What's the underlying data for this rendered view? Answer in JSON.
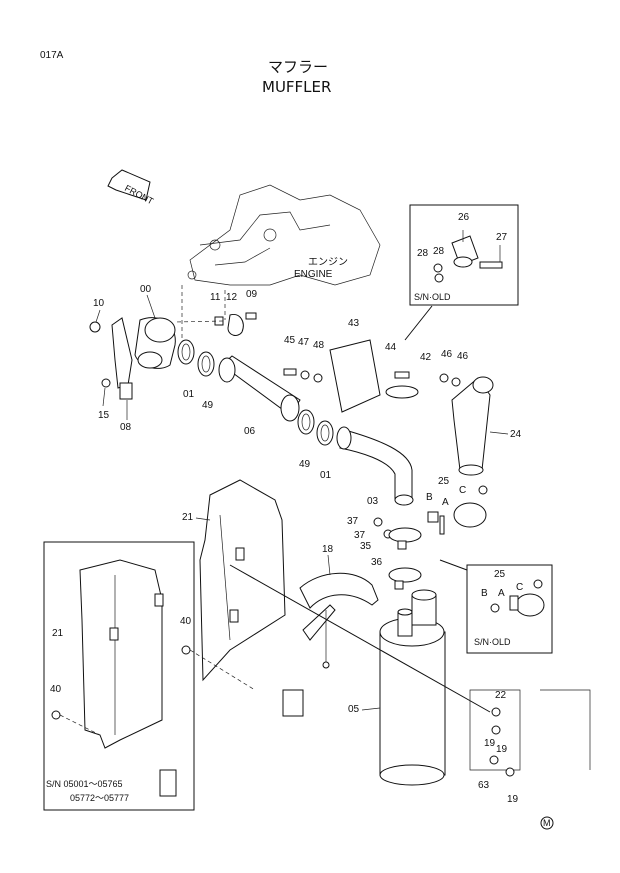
{
  "header": {
    "page_code": "017A",
    "title_jp": "マフラー",
    "title_en": "MUFFLER"
  },
  "labels": {
    "front": "FRONT",
    "engine_jp": "エンジン",
    "engine_en": "ENGINE",
    "sn_old_1": "S/N·OLD",
    "sn_old_2": "S/N·OLD",
    "sn_range_1": "S/N  05001～05765",
    "sn_range_2": "05772～05777",
    "mark": "M"
  },
  "callouts": {
    "c00": "00",
    "c01a": "01",
    "c01b": "01",
    "c03": "03",
    "c05": "05",
    "c06": "06",
    "c08": "08",
    "c09": "09",
    "c10": "10",
    "c11": "11",
    "c12": "12",
    "c15": "15",
    "c18": "18",
    "c19a": "19",
    "c19b": "19",
    "c19c": "19",
    "c21a": "21",
    "c21b": "21",
    "c22": "22",
    "c24": "24",
    "c25a": "25",
    "c25b": "25",
    "c26": "26",
    "c27": "27",
    "c28a": "28",
    "c28b": "28",
    "c35": "35",
    "c36": "36",
    "c37a": "37",
    "c37b": "37",
    "c40a": "40",
    "c40b": "40",
    "c42": "42",
    "c43": "43",
    "c44": "44",
    "c45": "45",
    "c46a": "46",
    "c46b": "46",
    "c47": "47",
    "c48": "48",
    "c49a": "49",
    "c49b": "49",
    "c63": "63",
    "cA1": "A",
    "cB1": "B",
    "cC1": "C",
    "cA2": "A",
    "cB2": "B",
    "cC2": "C"
  }
}
